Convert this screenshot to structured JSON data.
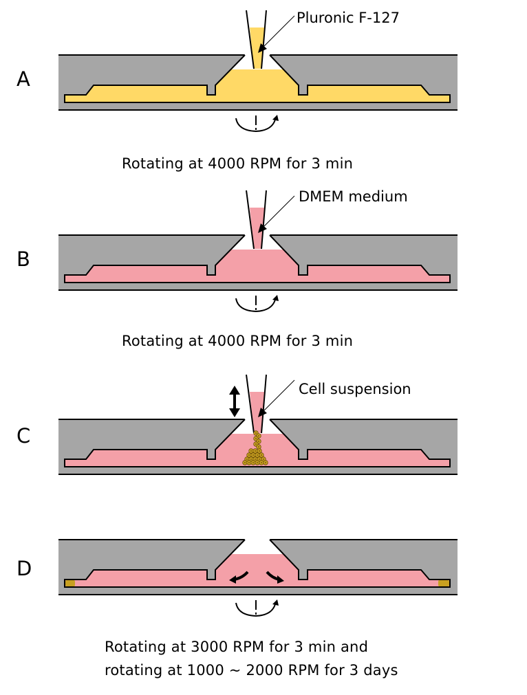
{
  "colors": {
    "chip": "#a6a6a6",
    "outline": "#000000",
    "pluronic": "#ffd966",
    "dmem": "#f4a0a8",
    "cells": "#c8a020",
    "cell_core": "#7a5a10"
  },
  "panels": [
    {
      "id": "A",
      "label": "A",
      "fluid": "pluronic",
      "callout": "Pluronic F-127",
      "pipette": true,
      "rotation_icon": true,
      "caption_lines": [
        "Rotating at 4000 RPM for 3 min"
      ]
    },
    {
      "id": "B",
      "label": "B",
      "fluid": "dmem",
      "callout": "DMEM medium",
      "pipette": true,
      "rotation_icon": true,
      "caption_lines": [
        "Rotating at 4000 RPM for 3 min"
      ]
    },
    {
      "id": "C",
      "label": "C",
      "fluid": "dmem",
      "callout": "Cell suspension",
      "pipette": true,
      "cells_in_center": true,
      "updown_arrow": true,
      "rotation_icon": false,
      "caption_lines": []
    },
    {
      "id": "D",
      "label": "D",
      "fluid": "dmem",
      "callout": "",
      "pipette": false,
      "cells_at_edges": true,
      "flow_arrows": true,
      "rotation_icon": true,
      "caption_lines": [
        "Rotating at 3000 RPM for 3 min and",
        "rotating at 1000 ~ 2000 RPM for 3 days"
      ]
    }
  ]
}
